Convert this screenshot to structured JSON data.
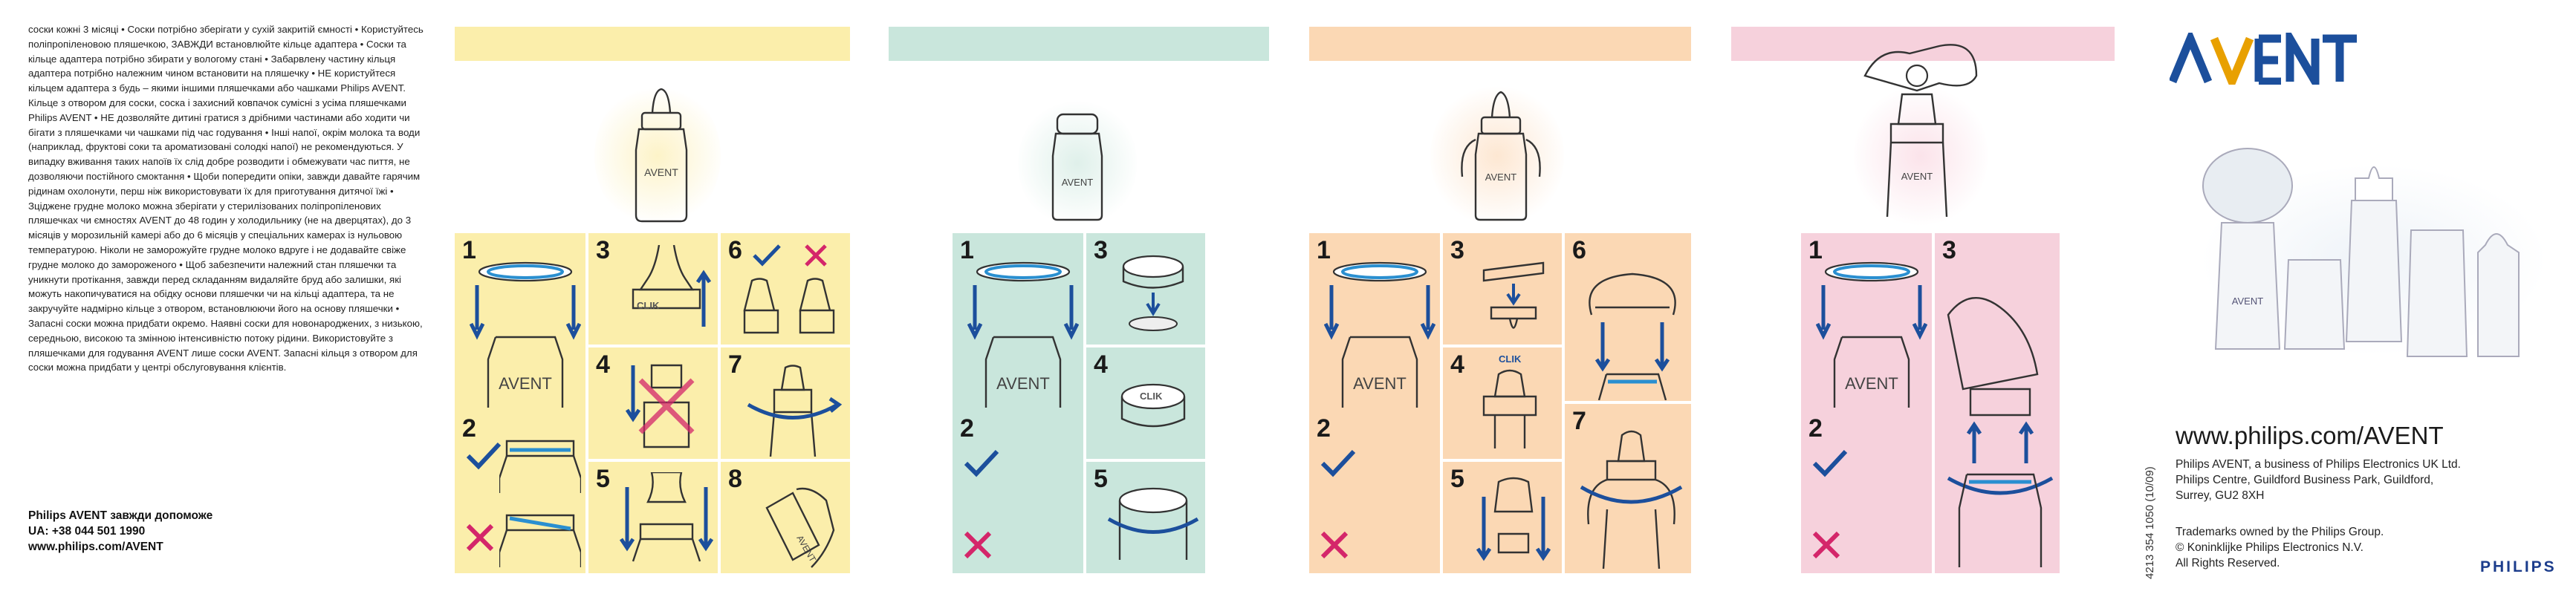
{
  "leaflet": {
    "body_text": "соски кожні 3 місяці • Соски потрібно зберігати у сухій закритій ємності • Користуйтесь поліпропіленовою пляшечкою, ЗАВЖДИ встановлюйте кільце адаптера • Соски та кільце адаптера потрібно збирати у вологому стані • Забарвлену частину кільця адаптера потрібно належним чином встановити на пляшечку • НЕ користуйтеся кільцем адаптера з будь – якими іншими пляшечками або чашками Philips AVENT. Кільце з отвором для соски, соска і захисний ковпачок сумісні з усіма пляшечками Philips AVENT • НЕ дозволяйте дитині гратися з дрібними частинами або ходити чи бігати з пляшечками чи чашками під час годування • Інші напої, окрім молока та води (наприклад, фруктові соки та ароматизовані солодкі напої) не рекомендуються. У випадку вживання таких напоїв їх слід добре розводити і обмежувати час пиття, не дозволяючи постійного смоктання • Щоби попередити опіки, завжди давайте гарячим рідинам охолонути, перш ніж використовувати їх для приготування дитячої їжі • Зціджене грудне молоко можна зберігати у стерилізованих поліпропіленових пляшечках чи ємностях AVENT до 48 годин у холодильнику (не на дверцятах), до 3 місяців у морозильній камері або до 6 місяців у спеціальних камерах із нульовою температурою. Ніколи не заморожуйте грудне молоко вдруге і не додавайте свіже грудне молоко до замороженого • Щоб забезпечити належний стан пляшечки та уникнути протікання, завжди перед складанням видаляйте бруд або залишки, які можуть накопичуватися на обідку основи пляшечки чи на кільці адаптера, та не закручуйте надмірно кільце з отвором, встановлюючи його на основу пляшечки • Запасні соски можна придбати окремо. Наявні соски для новонароджених, з низькою, середньою, високою та змінною інтенсивністю потоку рідини. Використовуйте з пляшечками для годування AVENT лише соски AVENT. Запасні кільця з отвором для соски можна придбати у центрі обслуговування клієнтів.",
    "contact_line1": "Philips AVENT завжди допоможе",
    "contact_line2": "UA: +38 044 501 1990",
    "contact_line3": "www.philips.com/AVENT"
  },
  "panels": [
    {
      "color": "#fbeeab",
      "steps": [
        "1",
        "2",
        "3",
        "4",
        "5",
        "6",
        "7",
        "8"
      ]
    },
    {
      "color": "#c9e6dc",
      "steps": [
        "1",
        "2",
        "3",
        "4",
        "5"
      ]
    },
    {
      "color": "#fbd8b4",
      "steps": [
        "1",
        "2",
        "3",
        "4",
        "5",
        "6",
        "7"
      ]
    },
    {
      "color": "#f6d1dc",
      "steps": [
        "1",
        "2",
        "3"
      ]
    }
  ],
  "clik_label": "CLIK",
  "bottle_brand": "AVENT",
  "brand": {
    "logo_text": "AVENT",
    "url": "www.philips.com/AVENT",
    "company_line1": "Philips AVENT, a business of Philips Electronics UK Ltd.",
    "company_line2": "Philips Centre, Guildford Business Park, Guildford,",
    "company_line3": "Surrey, GU2 8XH",
    "trademark_line1": "Trademarks owned by the Philips Group.",
    "trademark_line2": "© Koninklijke Philips Electronics N.V.",
    "trademark_line3": "All Rights Reserved.",
    "doc_code": "4213 354 1050 (10/09)",
    "philips_wordmark": "PHILIPS",
    "colors": {
      "avent_blue": "#1c4f9c",
      "avent_gold": "#e8a000",
      "philips_blue": "#1c3d8c"
    }
  }
}
